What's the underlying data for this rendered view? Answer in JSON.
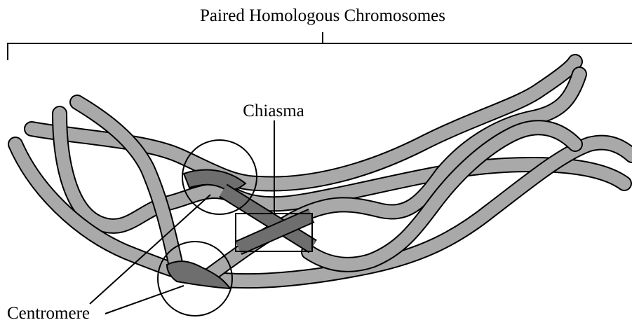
{
  "labels": {
    "title": "Paired Homologous Chromosomes",
    "chiasma": "Chiasma",
    "centromere": "Centromere"
  },
  "colors": {
    "chromatid_fill": "#a9a9a9",
    "centromere_fill": "#6e6e6e",
    "outline": "#000000",
    "background": "#ffffff"
  }
}
